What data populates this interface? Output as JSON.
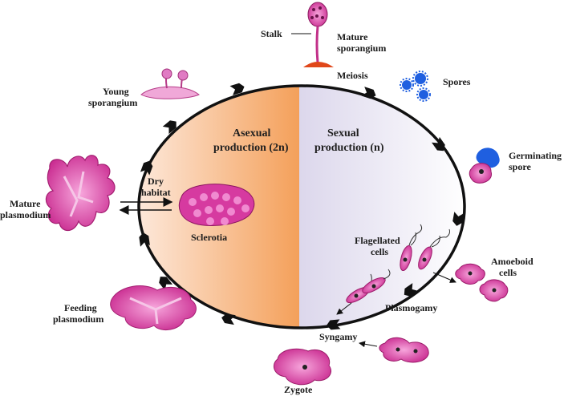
{
  "colors": {
    "organism": "#d63aa0",
    "organism_light": "#f07cc8",
    "spore_blue": "#1f5fe0",
    "asexual_fill": "#f4a05a",
    "sexual_fill": "#e6e1f2",
    "cycle_line": "#111111"
  },
  "labels": {
    "stalk": "Stalk",
    "mature_sporangium": [
      "Mature",
      "sporangium"
    ],
    "meiosis": "Meiosis",
    "spores": "Spores",
    "germinating_spore": [
      "Germinating",
      "spore"
    ],
    "young_sporangium": [
      "Young",
      "sporangium"
    ],
    "asexual_production": [
      "Asexual",
      "production (2n)"
    ],
    "sexual_production": [
      "Sexual",
      "production (n)"
    ],
    "dry_habitat": [
      "Dry",
      "habitat"
    ],
    "mature_plasmodium": [
      "Mature",
      "plasmodium"
    ],
    "sclerotia": "Sclerotia",
    "flagellated_cells": [
      "Flagellated",
      "cells"
    ],
    "amoeboid_cells": [
      "Amoeboid",
      "cells"
    ],
    "plasmogamy": "Plasmogamy",
    "feeding_plasmodium": [
      "Feeding",
      "plasmodium"
    ],
    "syngamy": "Syngamy",
    "zygote": "Zygote"
  },
  "icons": [
    "mature-sporangium-icon",
    "spore-icon",
    "germinating-spore-icon",
    "young-sporangium-icon",
    "mature-plasmodium-icon",
    "sclerotia-icon",
    "flagellated-cell-icon",
    "amoeboid-cell-icon",
    "feeding-plasmodium-icon",
    "zygote-icon"
  ]
}
